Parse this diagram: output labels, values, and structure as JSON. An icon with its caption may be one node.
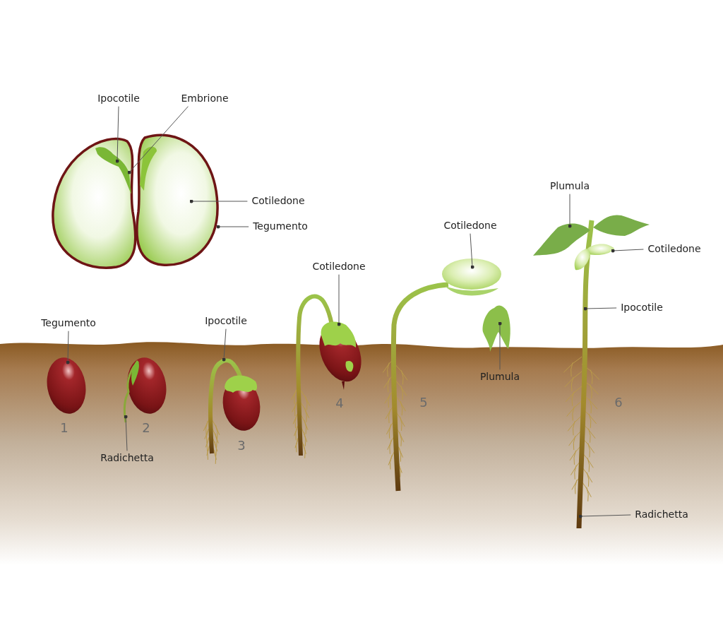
{
  "diagram": {
    "nodes": [
      {
        "text": [
          "Ipocotile"
        ]
      },
      {
        "text": [
          "Embrione"
        ]
      },
      {
        "text": [
          "Cotiledone"
        ]
      },
      {
        "text": [
          "Tegumento"
        ]
      },
      {
        "text": [
          "Tegumento"
        ]
      },
      {
        "text": [
          "Radichetta"
        ]
      },
      {
        "text": [
          "Ipocotile"
        ]
      },
      {
        "text": [
          "Cotiledone"
        ]
      },
      {
        "text": [
          "Cotiledone"
        ]
      },
      {
        "text": [
          "Plumula"
        ]
      },
      {
        "text": [
          "Plumula"
        ]
      },
      {
        "text": [
          "Cotiledone"
        ]
      },
      {
        "text": [
          "Ipocotile"
        ]
      },
      {
        "text": [
          "Radichetta"
        ]
      },
      {
        "text": [],
        "shape": "picture"
      },
      {
        "text": [],
        "shape": "picture"
      },
      {
        "text": [],
        "shape": "picture"
      },
      {
        "text": [],
        "shape": "picture"
      },
      {
        "text": [],
        "shape": "picture"
      },
      {
        "text": [],
        "shape": "picture"
      },
      {
        "text": [],
        "shape": "picture"
      }
    ],
    "edges": [
      {
        "from": 0,
        "to": 14,
        "arrow": "other"
      },
      {
        "from": 1,
        "to": 14,
        "arrow": "other"
      },
      {
        "from": 2,
        "to": 14,
        "arrow": "other"
      },
      {
        "from": 3,
        "to": 14,
        "arrow": "other"
      },
      {
        "from": 4,
        "to": 15,
        "arrow": "other"
      },
      {
        "from": 5,
        "to": 16,
        "arrow": "other"
      },
      {
        "from": 6,
        "to": 17,
        "arrow": "other"
      },
      {
        "from": 7,
        "to": 18,
        "arrow": "other"
      },
      {
        "from": 8,
        "to": 19,
        "arrow": "other"
      },
      {
        "from": 9,
        "to": 19,
        "arrow": "other"
      },
      {
        "from": 10,
        "to": 20,
        "arrow": "other"
      },
      {
        "from": 11,
        "to": 20,
        "arrow": "other"
      },
      {
        "from": 12,
        "to": 20,
        "arrow": "other"
      },
      {
        "from": 13,
        "to": 20,
        "arrow": "other"
      }
    ],
    "labels": [
      "1",
      "2",
      "3",
      "4",
      "5",
      "6"
    ]
  }
}
